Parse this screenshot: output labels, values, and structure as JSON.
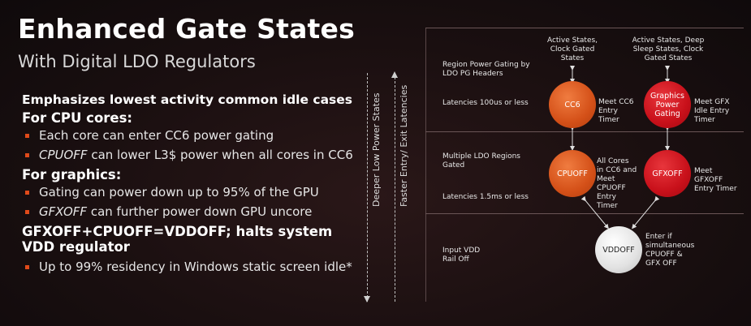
{
  "slide": {
    "title": "Enhanced Gate States",
    "subtitle": "With Digital LDO Regulators"
  },
  "bullets": {
    "intro": "Emphasizes lowest activity common idle cases",
    "cpu_head": "For CPU cores:",
    "cpu_item1": "Each core can enter CC6 power gating",
    "cpu_item2_em": "CPUOFF",
    "cpu_item2_rest": " can lower L3$ power when all cores in CC6",
    "gfx_head": "For graphics:",
    "gfx_item1": "Gating can power down up to 95% of the GPU",
    "gfx_item2_em": "GFXOFF",
    "gfx_item2_rest": " can further power down GPU uncore",
    "vdd_head": "GFXOFF+CPUOFF=VDDOFF; halts system VDD regulator",
    "vdd_item1": "Up to 99% residency in Windows static screen idle*"
  },
  "axes": {
    "deeper": "Deeper Low Power States",
    "faster": "Faster Entry/ Exit Latencies"
  },
  "diagram": {
    "region1_title": "Region Power Gating by LDO PG Headers",
    "region1_latency": "Latencies 100us or less",
    "region2_title": "Multiple LDO Regions Gated",
    "region2_latency": "Latencies 1.5ms or less",
    "region3_title": "Input VDD Rail Off",
    "top_left_states": "Active States, Clock Gated States",
    "top_right_states": "Active States, Deep Sleep States, Clock Gated States",
    "cc6": "CC6",
    "graphics_pg": "Graphics Power Gating",
    "cpuoff": "CPUOFF",
    "gfxoff": "GFXOFF",
    "vddoff": "VDDOFF",
    "cc6_note": "Meet CC6 Entry Timer",
    "gfx_note": "Meet GFX Idle Entry Timer",
    "cpuoff_note": "All Cores in CC6 and Meet CPUOFF Entry Timer",
    "gfxoff_note": "Meet GFXOFF Entry Timer",
    "vddoff_note": "Enter if simultaneous CPUOFF & GFX OFF"
  },
  "colors": {
    "accent_orange": "#d45018",
    "accent_red": "#c8101a",
    "bullet": "#e04a1a"
  }
}
